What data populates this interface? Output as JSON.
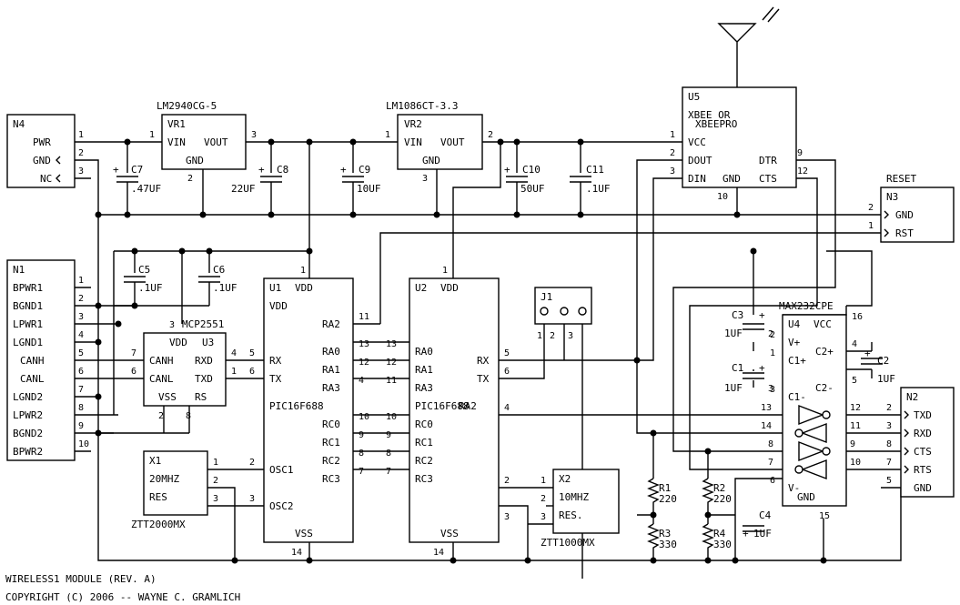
{
  "title": {
    "line1": "WIRELESS1 MODULE (REV. A)",
    "line2": "COPYRIGHT (C) 2006 -- WAYNE C. GRAMLICH"
  },
  "n4": {
    "ref": "N4",
    "pins": [
      {
        "label": "PWR",
        "num": "1"
      },
      {
        "label": "GND",
        "num": "2"
      },
      {
        "label": "NC",
        "num": "3"
      }
    ]
  },
  "n1": {
    "ref": "N1",
    "pins": [
      {
        "label": "BPWR1",
        "num": "1"
      },
      {
        "label": "BGND1",
        "num": "2"
      },
      {
        "label": "LPWR1",
        "num": "3"
      },
      {
        "label": "LGND1",
        "num": "4"
      },
      {
        "label": "CANH",
        "num": "5"
      },
      {
        "label": "CANL",
        "num": "6"
      },
      {
        "label": "LGND2",
        "num": "7"
      },
      {
        "label": "LPWR2",
        "num": "8"
      },
      {
        "label": "BGND2",
        "num": "9"
      },
      {
        "label": "BPWR2",
        "num": "10"
      }
    ]
  },
  "n3": {
    "title": "RESET",
    "ref": "N3",
    "pins": [
      {
        "label": "GND",
        "num": "2"
      },
      {
        "label": "RST",
        "num": "1"
      }
    ]
  },
  "n2": {
    "ref": "N2",
    "pins": [
      {
        "label": "TXD",
        "num": "2"
      },
      {
        "label": "RXD",
        "num": "3"
      },
      {
        "label": "CTS",
        "num": "8"
      },
      {
        "label": "RTS",
        "num": "7"
      },
      {
        "label": "GND",
        "num": "5"
      }
    ]
  },
  "vr1": {
    "part": "LM2940CG-5",
    "ref": "VR1",
    "vin": "VIN",
    "vout": "VOUT",
    "gnd": "GND",
    "pin_in": "1",
    "pin_out": "3",
    "pin_gnd": "2"
  },
  "vr2": {
    "part": "LM1086CT-3.3",
    "ref": "VR2",
    "vin": "VIN",
    "vout": "VOUT",
    "gnd": "GND",
    "pin_in": "1",
    "pin_out": "2",
    "pin_gnd": "3"
  },
  "u5": {
    "ref": "U5",
    "name1": "XBEE OR",
    "name2": "XBEEPRO",
    "vcc": "VCC",
    "dout": "DOUT",
    "din": "DIN",
    "gnd": "GND",
    "dtr": "DTR",
    "cts": "CTS",
    "pin_vcc": "1",
    "pin_dout": "2",
    "pin_din": "3",
    "pin_gnd": "10",
    "pin_dtr": "9",
    "pin_cts": "12"
  },
  "caps": {
    "c7": {
      "ref": "C7",
      "value": ".47UF",
      "plus": "+"
    },
    "c8": {
      "ref": "C8",
      "value": "22UF",
      "plus": "+"
    },
    "c9": {
      "ref": "C9",
      "value": "10UF",
      "plus": "+"
    },
    "c10": {
      "ref": "C10",
      "value": "50UF",
      "plus": "+"
    },
    "c11": {
      "ref": "C11",
      "value": ".1UF"
    },
    "c5": {
      "ref": "C5",
      "value": ".1UF"
    },
    "c6": {
      "ref": "C6",
      "value": ".1UF"
    },
    "c3": {
      "ref": "C3",
      "value": "1UF",
      "plus": "+",
      "pin": "2"
    },
    "c1": {
      "ref": "C1",
      "value": "1UF",
      "plus": "+",
      "pin": "3"
    },
    "c2": {
      "ref": "C2",
      "value": "1UF",
      "plus": "+"
    },
    "c4": {
      "ref": "C4",
      "value": "1UF",
      "plus": "+"
    }
  },
  "u3": {
    "ref": "U3",
    "part": "MCP2551",
    "vdd": "VDD",
    "canh": "CANH",
    "canl": "CANL",
    "rx": "RX",
    "tx": "TXD",
    "rxd": "RXD",
    "vss": "VSS",
    "rs": "RS",
    "pin_vdd": "3",
    "pin_canh": "7",
    "pin_canl": "6",
    "pin_rxd": "4",
    "pin_txd": "1",
    "pin_vss": "2",
    "pin_rs": "8"
  },
  "u1": {
    "ref": "U1",
    "vdd": "VDD",
    "vdd2": "VDD",
    "part": "PIC16F688",
    "vss": "VSS",
    "pins_right": [
      {
        "label": "RA2",
        "num": "11"
      },
      {
        "label": "RA0",
        "num": "13"
      },
      {
        "label": "RA1",
        "num": "12"
      },
      {
        "label": "RA3",
        "num": "4"
      },
      {
        "label": "RC0",
        "num": "10"
      },
      {
        "label": "RC1",
        "num": "9"
      },
      {
        "label": "RC2",
        "num": "8"
      },
      {
        "label": "RC3",
        "num": "7"
      }
    ],
    "rx": "RX",
    "tx": "TX",
    "pin_rx": "5",
    "pin_tx": "6",
    "osc1": "OSC1",
    "osc2": "OSC2",
    "pin_osc1": "2",
    "pin_osc2": "3",
    "pin_vdd": "1",
    "pin_vss": "14"
  },
  "u2": {
    "ref": "U2",
    "vdd": "VDD",
    "part": "PIC16F688",
    "vss": "VSS",
    "pins_left": [
      {
        "label": "RA0",
        "num": "13"
      },
      {
        "label": "RA1",
        "num": "12"
      },
      {
        "label": "RA3",
        "num": "11"
      },
      {
        "label": "RC0",
        "num": "10"
      },
      {
        "label": "RC1",
        "num": "9"
      },
      {
        "label": "RC2",
        "num": "8"
      },
      {
        "label": "RC3",
        "num": "7"
      }
    ],
    "rx": "RX",
    "tx": "TX",
    "ra2": "RA2",
    "pin_rx": "5",
    "pin_tx": "6",
    "pin_ra2": "4",
    "pin_vdd": "1",
    "pin_vss": "14",
    "pin_x2a": "2",
    "pin_x2b": "3"
  },
  "x1": {
    "ref": "X1",
    "value": "20MHZ",
    "res": "RES",
    "part": "ZTT2000MX",
    "p1": "1",
    "p2": "2",
    "p3": "3"
  },
  "x2": {
    "ref": "X2",
    "value": "10MHZ",
    "res": "RES.",
    "part": "ZTT1000MX",
    "p1": "1",
    "p2": "2",
    "p3": "3"
  },
  "j1": {
    "ref": "J1",
    "p1": "1",
    "p2": "2",
    "p3": "3"
  },
  "u4": {
    "title": "MAX232CPE",
    "ref": "U4",
    "vcc": "VCC",
    "vplus": "V+",
    "c1p": "C1+",
    "c1m": "C1-",
    "c2p": "C2+",
    "c2m": "C2-",
    "vminus": "V-",
    "gnd": "GND",
    "pin_vcc": "16",
    "pin_vplus": "2",
    "pin_c1p": "1",
    "pin_c1m": "3",
    "pin_c2p": "4",
    "pin_c2m": "5",
    "pin_vminus": "6",
    "pin_gnd": "15",
    "left_pins": [
      "13",
      "14",
      "8",
      "7"
    ],
    "right_pins": [
      "12",
      "11",
      "9",
      "10"
    ]
  },
  "res": {
    "r1": {
      "ref": "R1",
      "value": "220"
    },
    "r2": {
      "ref": "R2",
      "value": "220"
    },
    "r3": {
      "ref": "R3",
      "value": "330"
    },
    "r4": {
      "ref": "R4",
      "value": "330"
    }
  }
}
